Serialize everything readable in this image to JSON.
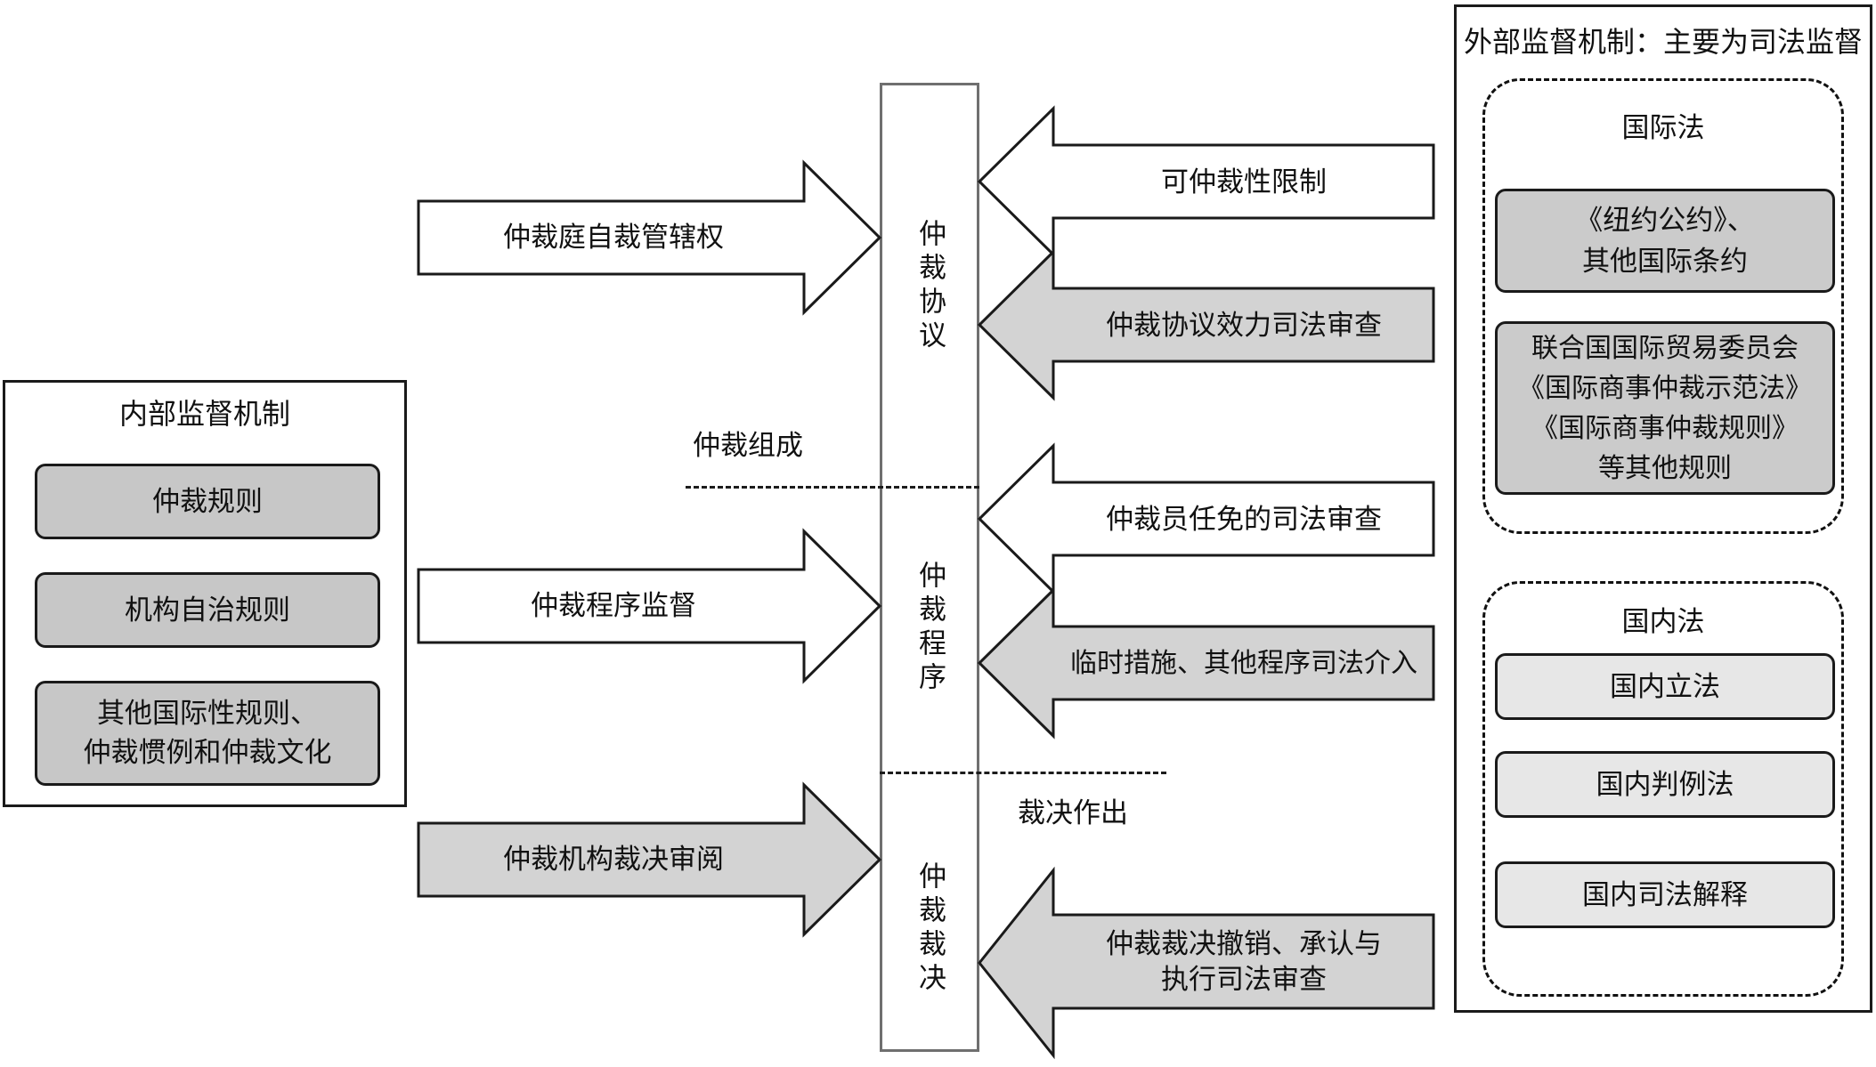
{
  "left_panel": {
    "title": "内部监督机制",
    "items": [
      "仲裁规则",
      "机构自治规则",
      "其他国际性规则、\n仲裁惯例和仲裁文化"
    ]
  },
  "column": {
    "sections": [
      "仲裁协议",
      "仲裁程序",
      "仲裁裁决"
    ]
  },
  "phases": [
    "仲裁组成",
    "裁决作出"
  ],
  "left_arrows": [
    "仲裁庭自裁管辖权",
    "仲裁程序监督",
    "仲裁机构裁决审阅"
  ],
  "right_arrows": [
    "可仲裁性限制",
    "仲裁协议效力司法审查",
    "仲裁员任免的司法审查",
    "临时措施、其他程序司法介入",
    "仲裁裁决撤销、承认与\n执行司法审查"
  ],
  "right_panel": {
    "title": "外部监督机制：主要为司法监督",
    "groups": [
      {
        "title": "国际法",
        "items": [
          "《纽约公约》、\n其他国际条约",
          "联合国国际贸易委员会\n《国际商事仲裁示范法》\n《国际商事仲裁规则》\n等其他规则"
        ]
      },
      {
        "title": "国内法",
        "items": [
          "国内立法",
          "国内判例法",
          "国内司法解释"
        ]
      }
    ]
  },
  "colors": {
    "arrow_white": "#ffffff",
    "arrow_gray": "#d3d3d3",
    "box_gray": "#c7c7c7",
    "box_gray2": "#cbcbcb",
    "box_light": "#e7e7e7"
  }
}
